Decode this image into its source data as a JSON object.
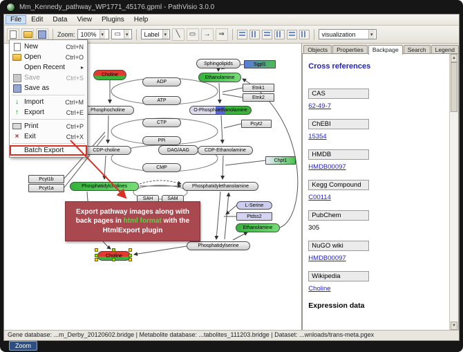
{
  "window": {
    "title": "Mm_Kennedy_pathway_WP1771_45176.gpml - PathVisio 3.0.0"
  },
  "menubar": {
    "items": [
      "File",
      "Edit",
      "Data",
      "View",
      "Plugins",
      "Help"
    ],
    "active": "File"
  },
  "toolbar": {
    "zoom_label": "Zoom:",
    "zoom_value": "100%",
    "label_tool": "Label",
    "visualization": "visualization"
  },
  "icons": {
    "dropdown_arrow": "▾",
    "submenu_arrow": "▸",
    "line_tool": "╲",
    "shape_tool": "▭",
    "arrow_tool": "→",
    "connector_tool": "⇒",
    "import_arrow": "↓",
    "export_arrow": "↑",
    "exit_glyph": "×",
    "scroll_up": "▲",
    "scroll_down": "▼"
  },
  "file_menu": {
    "items": [
      {
        "label": "New",
        "shortcut": "Ctrl+N"
      },
      {
        "label": "Open",
        "shortcut": "Ctrl+O"
      },
      {
        "label": "Open Recent",
        "shortcut": ""
      },
      {
        "label": "Save",
        "shortcut": "Ctrl+S"
      },
      {
        "label": "Save as",
        "shortcut": ""
      },
      {
        "label": "Import",
        "shortcut": "Ctrl+M"
      },
      {
        "label": "Export",
        "shortcut": "Ctrl+E"
      },
      {
        "label": "Print",
        "shortcut": "Ctrl+P"
      },
      {
        "label": "Exit",
        "shortcut": "Ctrl+X"
      },
      {
        "label": "Batch Export",
        "shortcut": ""
      }
    ]
  },
  "sidebar": {
    "tabs": [
      "Objects",
      "Properties",
      "Backpage",
      "Search",
      "Legend"
    ],
    "active_tab": "Backpage",
    "heading": "Cross references",
    "sections": [
      {
        "name": "CAS",
        "value": "62-49-7"
      },
      {
        "name": "ChEBI",
        "value": "15354"
      },
      {
        "name": "HMDB",
        "value": "HMDB00097"
      },
      {
        "name": "Kegg Compound",
        "value": "C00114"
      },
      {
        "name": "PubChem",
        "value": "305"
      },
      {
        "name": "NuGO wiki",
        "value": "HMDB00097"
      },
      {
        "name": "Wikipedia",
        "value": "Choline"
      }
    ],
    "footer_heading": "Expression data"
  },
  "callout": {
    "text_before": "Export pathway images along with back pages in ",
    "highlight": "html format",
    "text_after": " with the HtmlExport plugin"
  },
  "pathway": {
    "nodes": [
      {
        "label": "Sphingolipids",
        "type": "metabolite"
      },
      {
        "label": "Sgpl1",
        "type": "gene"
      },
      {
        "label": "Choline",
        "type": "metabolite"
      },
      {
        "label": "Ethanolamine",
        "type": "metabolite"
      },
      {
        "label": "ADP",
        "type": "metabolite"
      },
      {
        "label": "Etnk1",
        "type": "gene"
      },
      {
        "label": "Etnk2",
        "type": "gene"
      },
      {
        "label": "ATP",
        "type": "metabolite"
      },
      {
        "label": "Phosphocholine",
        "type": "metabolite"
      },
      {
        "label": "O-Phosphoethanolamine",
        "type": "metabolite"
      },
      {
        "label": "CTP",
        "type": "metabolite"
      },
      {
        "label": "Pcyt2",
        "type": "gene"
      },
      {
        "label": "PPi",
        "type": "metabolite"
      },
      {
        "label": "CDP-choline",
        "type": "metabolite"
      },
      {
        "label": "DAG/AAG",
        "type": "metabolite"
      },
      {
        "label": "CDP-Ethanolamine",
        "type": "metabolite"
      },
      {
        "label": "Chpt1",
        "type": "gene"
      },
      {
        "label": "CMP",
        "type": "metabolite"
      },
      {
        "label": "Pcyt1b",
        "type": "gene"
      },
      {
        "label": "Pcyt1a",
        "type": "gene"
      },
      {
        "label": "Phosphatidylcholines",
        "type": "metabolite"
      },
      {
        "label": "Phosphatidylethanolamine",
        "type": "metabolite"
      },
      {
        "label": "SAH",
        "type": "metabolite"
      },
      {
        "label": "SAM",
        "type": "metabolite"
      },
      {
        "label": "L-Serine",
        "type": "metabolite"
      },
      {
        "label": "Ptdss2",
        "type": "gene"
      },
      {
        "label": "Ethanolamine",
        "type": "metabolite"
      },
      {
        "label": "Phosphatidylserine",
        "type": "metabolite"
      },
      {
        "label": "Choline",
        "type": "metabolite"
      }
    ]
  },
  "statusbar": {
    "text": "Gene database: ...m_Derby_20120602.bridge | Metabolite database: ...tabolites_111203.bridge | Dataset: ...wnloads/trans-meta.pgex"
  },
  "tooltip": {
    "text": "Zoom"
  },
  "colors": {
    "callout_bg": "#a9484f",
    "callout_highlight": "#46e03a",
    "link": "#2121c8",
    "annotation_red": "#d63027",
    "node_green": "#35b13c",
    "node_red": "#e03a31",
    "heading_blue": "#2222bb"
  }
}
